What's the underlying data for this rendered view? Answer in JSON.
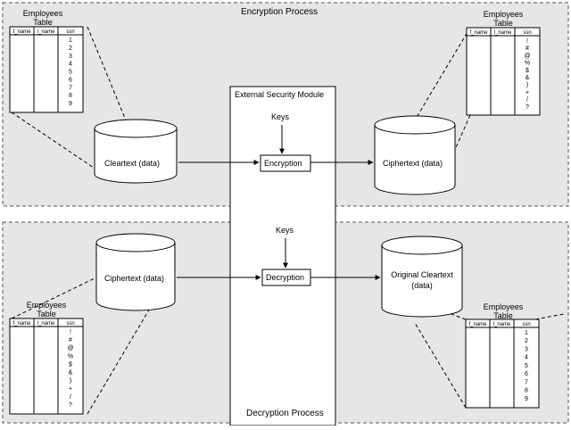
{
  "diagram": {
    "encryption_section_title": "Encryption Process",
    "decryption_section_title": "Decryption Process",
    "security_module_title": "External Security Module",
    "keys_label_top": "Keys",
    "keys_label_bottom": "Keys",
    "encryption_box_label": "Encryption",
    "decryption_box_label": "Decryption",
    "cyl_cleartext_label": "Cleartext (data)",
    "cyl_ciphertext_top_label": "Ciphertext (data)",
    "cyl_ciphertext_bottom_label": "Ciphertext (data)",
    "cyl_original_label_line1": "Original Cleartext",
    "cyl_original_label_line2": "(data)"
  },
  "tables": {
    "top_left": {
      "title_line1": "Employees",
      "title_line2": "Table",
      "headers": [
        "f_name",
        "l_name",
        "ssn"
      ],
      "ssn_values": [
        "1",
        "2",
        "3",
        "4",
        "5",
        "6",
        "7",
        "8",
        "9"
      ]
    },
    "top_right": {
      "title_line1": "Employees",
      "title_line2": "Table",
      "headers": [
        "f_name",
        "l_name",
        "ssn"
      ],
      "ssn_values": [
        "!",
        "#",
        "@",
        "%",
        "$",
        "&",
        ")",
        "+",
        "/",
        "?"
      ]
    },
    "bottom_left": {
      "title_line1": "Employees",
      "title_line2": "Table",
      "headers": [
        "f_name",
        "l_name",
        "ssn"
      ],
      "ssn_values": [
        "!",
        "#",
        "@",
        "%",
        "$",
        "&",
        ")",
        "+",
        "/",
        "?"
      ]
    },
    "bottom_right": {
      "title_line1": "Employees",
      "title_line2": "Table",
      "headers": [
        "f_name",
        "l_name",
        "ssn"
      ],
      "ssn_values": [
        "1",
        "2",
        "3",
        "4",
        "5",
        "6",
        "7",
        "8",
        "9"
      ]
    }
  }
}
